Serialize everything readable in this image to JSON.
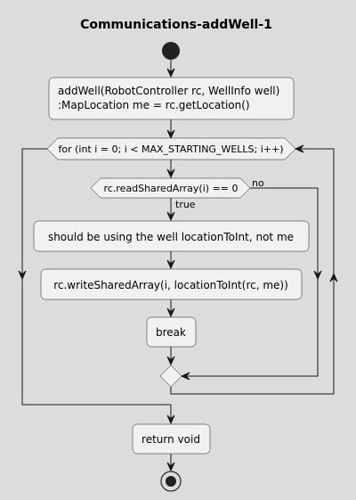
{
  "diagram": {
    "title": "Communications-addWell-1",
    "action_addwell": {
      "line1": "addWell(RobotController rc, WellInfo well)",
      "line2": ":MapLocation me = rc.getLocation()"
    },
    "loop_condition": "for (int i = 0; i < MAX_STARTING_WELLS; i++)",
    "if_condition": "rc.readSharedArray(i) == 0",
    "if_no_label": "no",
    "if_true_label": "true",
    "action_comment": "should be using the well locationToInt, not me",
    "action_write": "rc.writeSharedArray(i, locationToInt(rc, me))",
    "action_break": "break",
    "action_return": "return void"
  }
}
